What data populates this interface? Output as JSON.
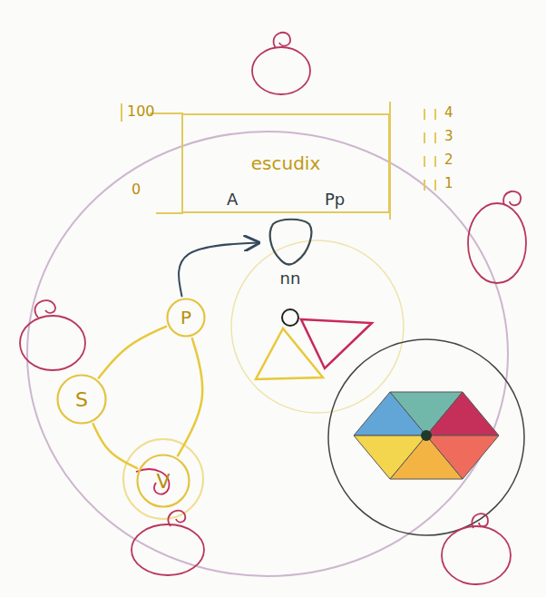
{
  "diagram": {
    "nodes": [
      {
        "text": [
          "escudix"
        ]
      },
      {
        "text": [
          "nn"
        ]
      },
      {
        "text": [
          "P"
        ]
      },
      {
        "text": [
          "S"
        ]
      },
      {
        "text": [
          "V"
        ]
      }
    ],
    "edges": [
      {
        "from": 2,
        "to": 1,
        "arrow": "to"
      },
      {
        "from": 2,
        "to": 3,
        "arrow": "none"
      },
      {
        "from": 3,
        "to": 4,
        "arrow": "none"
      },
      {
        "from": 4,
        "to": 2,
        "arrow": "none"
      }
    ],
    "labels": [
      "100",
      "0",
      "4",
      "3",
      "2",
      "1",
      "A",
      "Pp"
    ]
  }
}
